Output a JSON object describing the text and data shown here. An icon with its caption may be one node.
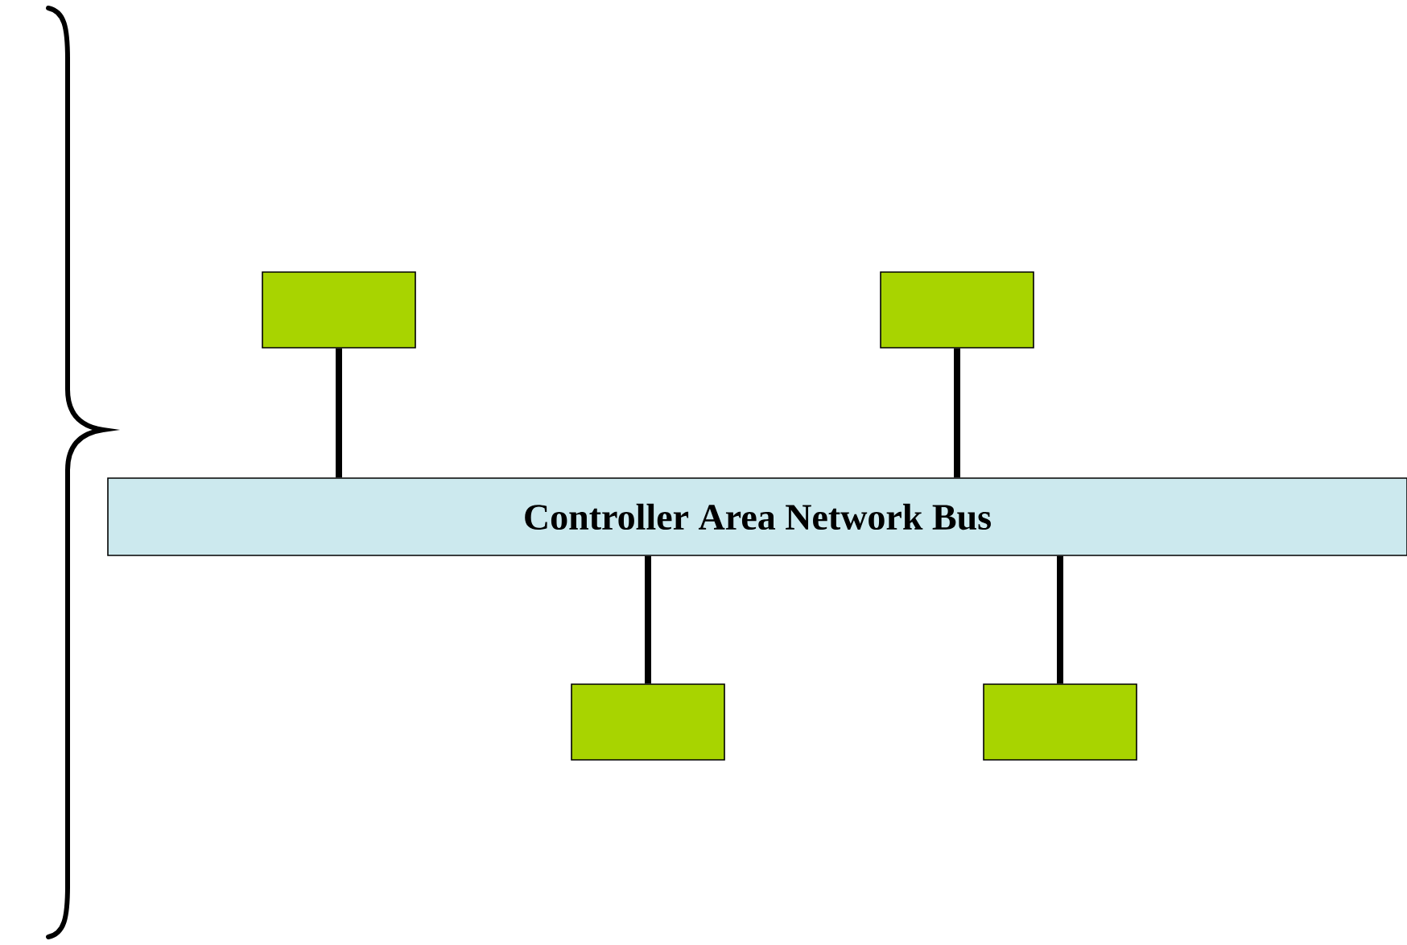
{
  "diagram": {
    "nodes": [
      {
        "text": [],
        "shape": "box"
      },
      {
        "text": [],
        "shape": "box"
      },
      {
        "text": [
          "Controller Area Network Bus"
        ]
      },
      {
        "text": [],
        "shape": "box"
      },
      {
        "text": [],
        "shape": "box"
      }
    ],
    "edges": [
      {
        "from": 0,
        "to": 2,
        "arrow": "none"
      },
      {
        "from": 1,
        "to": 2,
        "arrow": "none"
      },
      {
        "from": 2,
        "to": 3,
        "arrow": "none"
      },
      {
        "from": 2,
        "to": 4,
        "arrow": "none"
      }
    ]
  }
}
